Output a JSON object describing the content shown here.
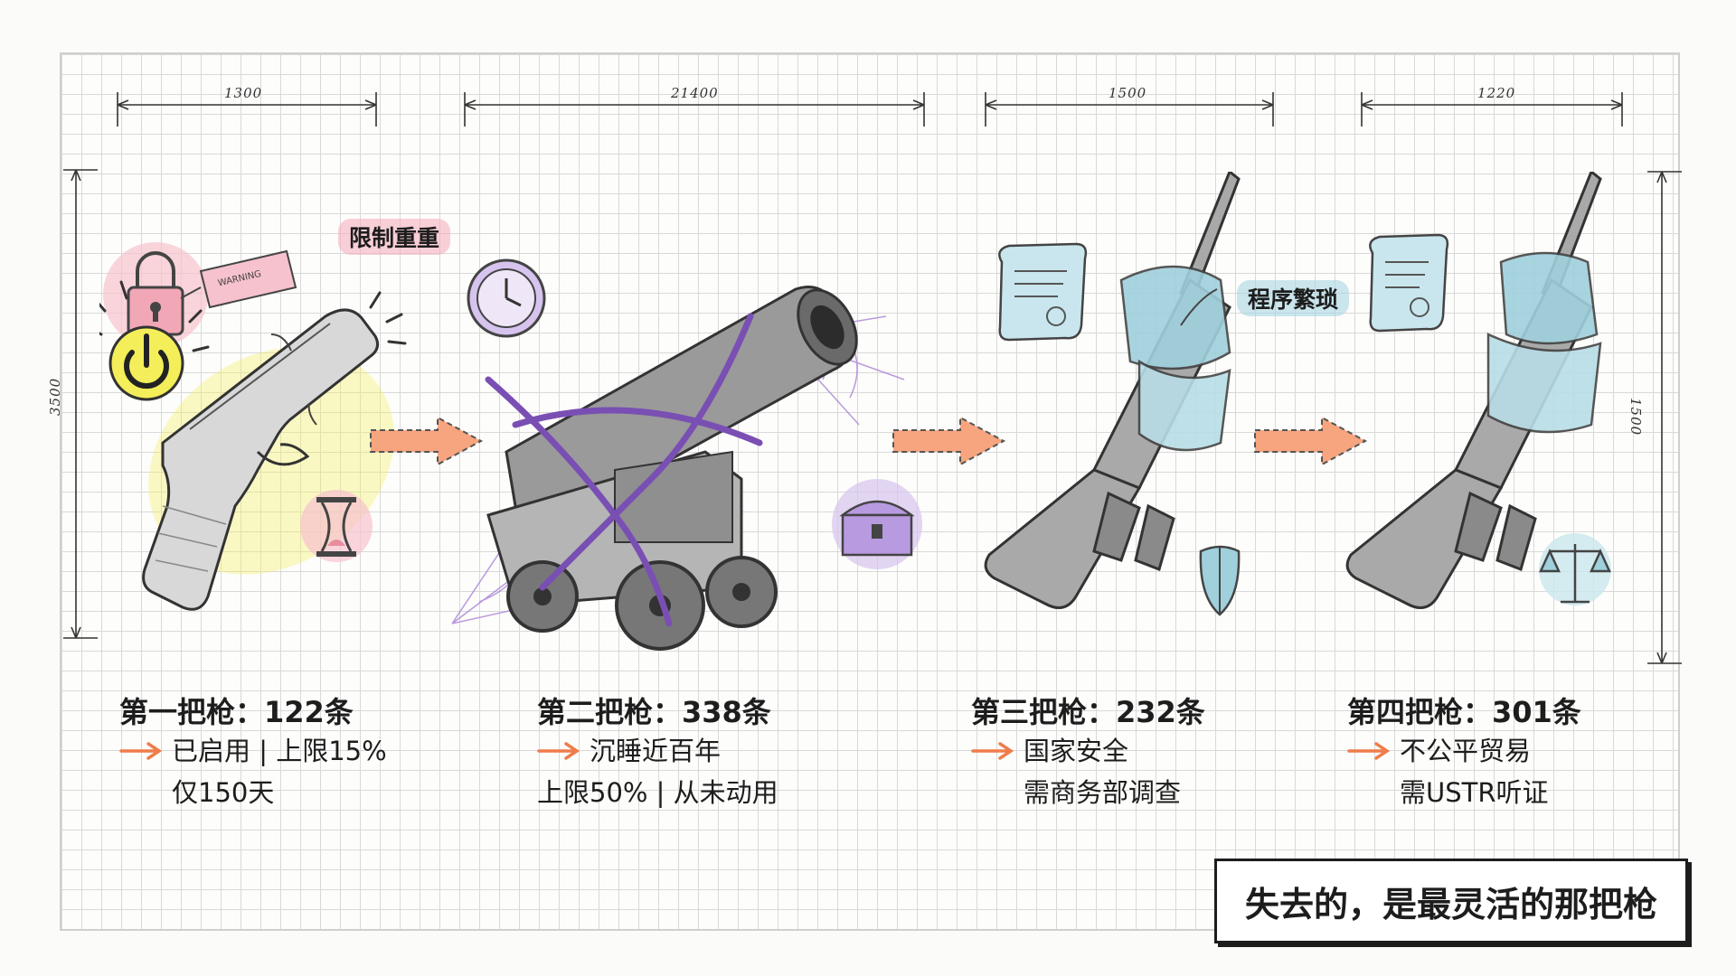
{
  "dimensions": {
    "d1": "1300",
    "d2": "21400",
    "d3": "1500",
    "d4": "1220",
    "left_vertical": "3500",
    "right_vertical": "1500"
  },
  "art": {
    "warning_tag_text": "WARNING"
  },
  "tags": {
    "restrictions": "限制重重",
    "procedures": "程序繁琐"
  },
  "steps": [
    {
      "title": "第一把枪：122条",
      "line1": "已启用 | 上限15%",
      "line2": "仅150天",
      "icon": "pistol",
      "accent": "#f3ee5a"
    },
    {
      "title": "第二把枪：338条",
      "line1": "沉睡近百年",
      "line2": "上限50% | 从未动用",
      "icon": "cannon",
      "accent": "#a982d6"
    },
    {
      "title": "第三把枪：232条",
      "line1": "国家安全",
      "line2": "需商务部调查",
      "icon": "rifle",
      "accent": "#9fd0dc"
    },
    {
      "title": "第四把枪：301条",
      "line1": "不公平贸易",
      "line2": "需USTR听证",
      "icon": "rifle",
      "accent": "#9fd0dc"
    }
  ],
  "conclusion": "失去的，是最灵活的那把枪",
  "colors": {
    "pink": "#f2a7b6",
    "yellow": "#f3ee5a",
    "purple": "#a982d6",
    "teal": "#9fd0dc",
    "arrow_orange": "#f6a57f"
  }
}
